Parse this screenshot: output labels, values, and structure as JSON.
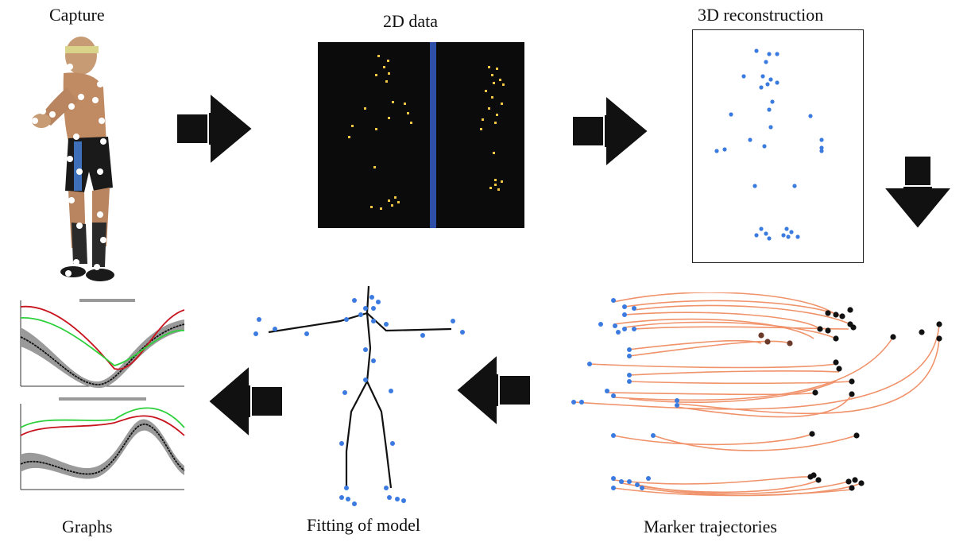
{
  "stages": {
    "capture": "Capture",
    "data2d": "2D data",
    "reconstruction3d": "3D reconstruction",
    "graphs": "Graphs",
    "fitting": "Fitting of model",
    "trajectories": "Marker trajectories"
  },
  "colors": {
    "marker_yellow": "#f2c542",
    "marker_blue": "#3b7be0",
    "camera_bg": "#0b0b0b",
    "camera_divider": "#2d4fa8",
    "trajectory": "#f0926a",
    "trajectory_end": "#111111",
    "graph_red": "#c8141e",
    "graph_green": "#2ed03c",
    "graph_black": "#111111",
    "graph_band": "#9a9a9a",
    "arrow": "#111111"
  },
  "icons": [
    "human-figure-icon",
    "arrow-right-icon",
    "arrow-down-icon",
    "arrow-left-icon"
  ]
}
